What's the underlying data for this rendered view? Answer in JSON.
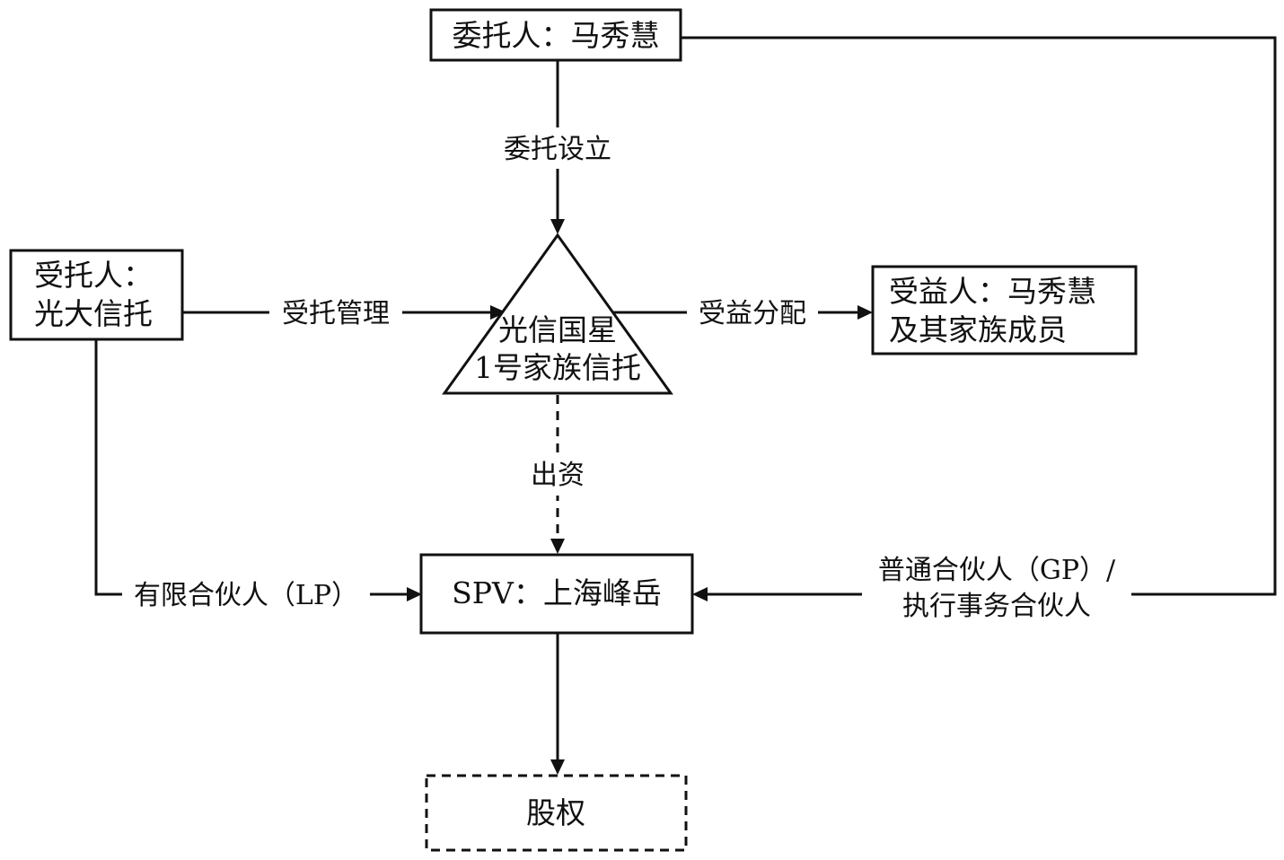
{
  "nodes": {
    "settlor": "委托人：马秀慧",
    "trustee_line1": "受托人：",
    "trustee_line2": "光大信托",
    "trust_line1": "光信国星",
    "trust_line2": "1号家族信托",
    "beneficiary_line1": "受益人：马秀慧",
    "beneficiary_line2": "及其家族成员",
    "spv": "SPV：上海峰岳",
    "equity": "股权"
  },
  "edges": {
    "establish": "委托设立",
    "manage": "受托管理",
    "distribute": "受益分配",
    "invest": "出资",
    "lp": "有限合伙人（LP）",
    "gp_line1": "普通合伙人（GP）/",
    "gp_line2": "执行事务合伙人"
  }
}
